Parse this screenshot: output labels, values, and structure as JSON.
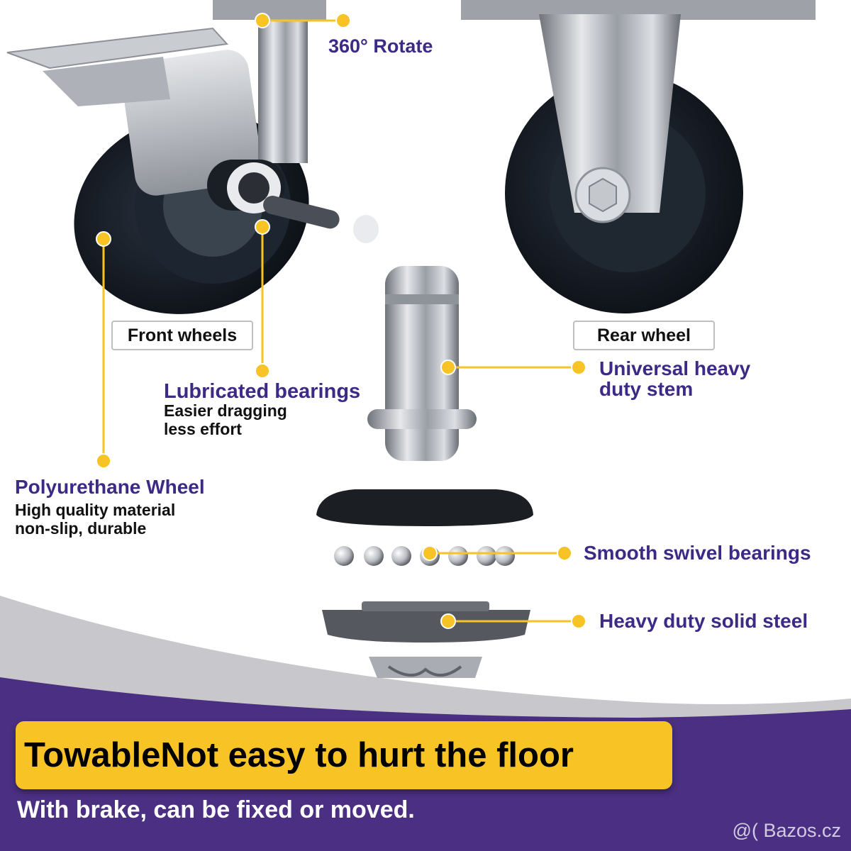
{
  "labels": {
    "rotate": "360° Rotate",
    "front_wheels": "Front wheels",
    "rear_wheel": "Rear wheel",
    "stem_title_line1": "Universal heavy",
    "stem_title_line2": "duty stem",
    "bearings_title": "Lubricated bearings",
    "bearings_sub1": "Easier dragging",
    "bearings_sub2": "less effort",
    "wheel_title": "Polyurethane Wheel",
    "wheel_sub1": "High quality material",
    "wheel_sub2": "non-slip, durable",
    "swivel": "Smooth swivel bearings",
    "steel": "Heavy duty solid steel"
  },
  "banner": {
    "headline": "TowableNot easy to hurt the floor",
    "subline": "With brake, can be fixed or moved."
  },
  "watermark": "@( Bazos.cz",
  "colors": {
    "accent_yellow": "#f7c325",
    "callout_purple": "#3d2a86",
    "footer_purple": "#4a2f82",
    "divider_gray": "#c8c8cc",
    "wheel_black": "#151b24",
    "steel_gray": "#b8bcc2"
  }
}
